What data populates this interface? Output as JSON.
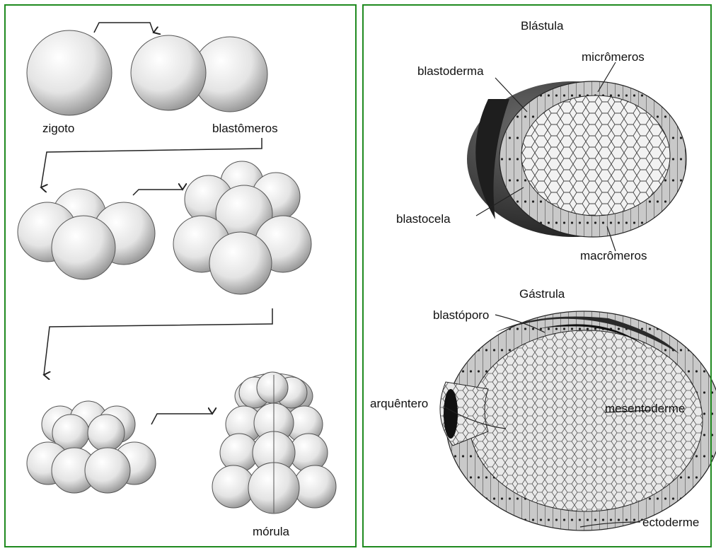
{
  "left_panel": {
    "labels": {
      "zigoto": "zigoto",
      "blastomeros": "blastômeros",
      "morula": "mórula"
    }
  },
  "right_panel": {
    "blastula": {
      "title": "Blástula",
      "micromeros": "micrômeros",
      "blastoderma": "blastoderma",
      "blastocela": "blastocela",
      "macromeros": "macrômeros"
    },
    "gastrula": {
      "title": "Gástrula",
      "blastoporo": "blastóporo",
      "arquentero": "arquêntero",
      "mesentoderme": "mesentoderme",
      "ectoderme": "ectoderme"
    }
  },
  "colors": {
    "border": "#1f8a1f",
    "cell_light": "#f4f4f4",
    "cell_dark": "#8f8f8f",
    "ink": "#111111"
  }
}
